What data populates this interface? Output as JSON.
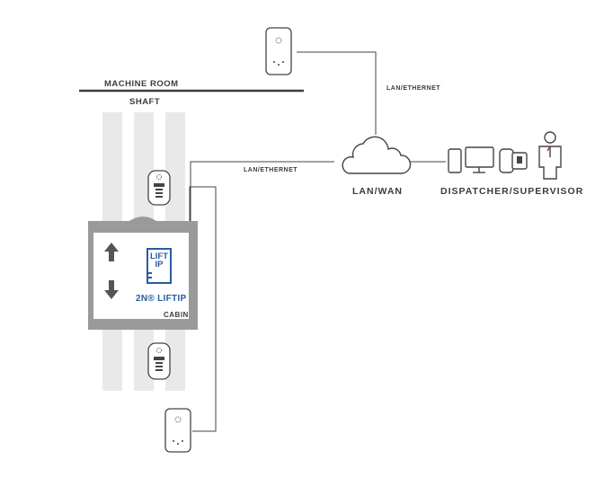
{
  "labels": {
    "machine_room": "MACHINE ROOM",
    "shaft": "SHAFT",
    "lan_ethernet_top": "LAN/ETHERNET",
    "lan_ethernet_mid": "LAN/ETHERNET",
    "lan_wan": "LAN/WAN",
    "dispatcher": "DISPATCHER/SUPERVISOR",
    "cabin": "CABIN",
    "liftip_brand": "2N® LIFTIP",
    "liftip_logo_line1": "LIFT",
    "liftip_logo_line2": "IP"
  },
  "colors": {
    "line": "#444444",
    "shaft_rail": "#e9e9ec",
    "cabin_frame": "#9a9a9a",
    "brand_blue": "#2c5aa0"
  },
  "icons": {
    "arrow_up": "arrow-up-icon",
    "arrow_down": "arrow-down-icon",
    "cloud": "cloud-icon",
    "phone": "mobile-phone-icon",
    "monitor": "monitor-icon",
    "telephone": "desk-phone-icon",
    "person": "supervisor-person-icon"
  }
}
